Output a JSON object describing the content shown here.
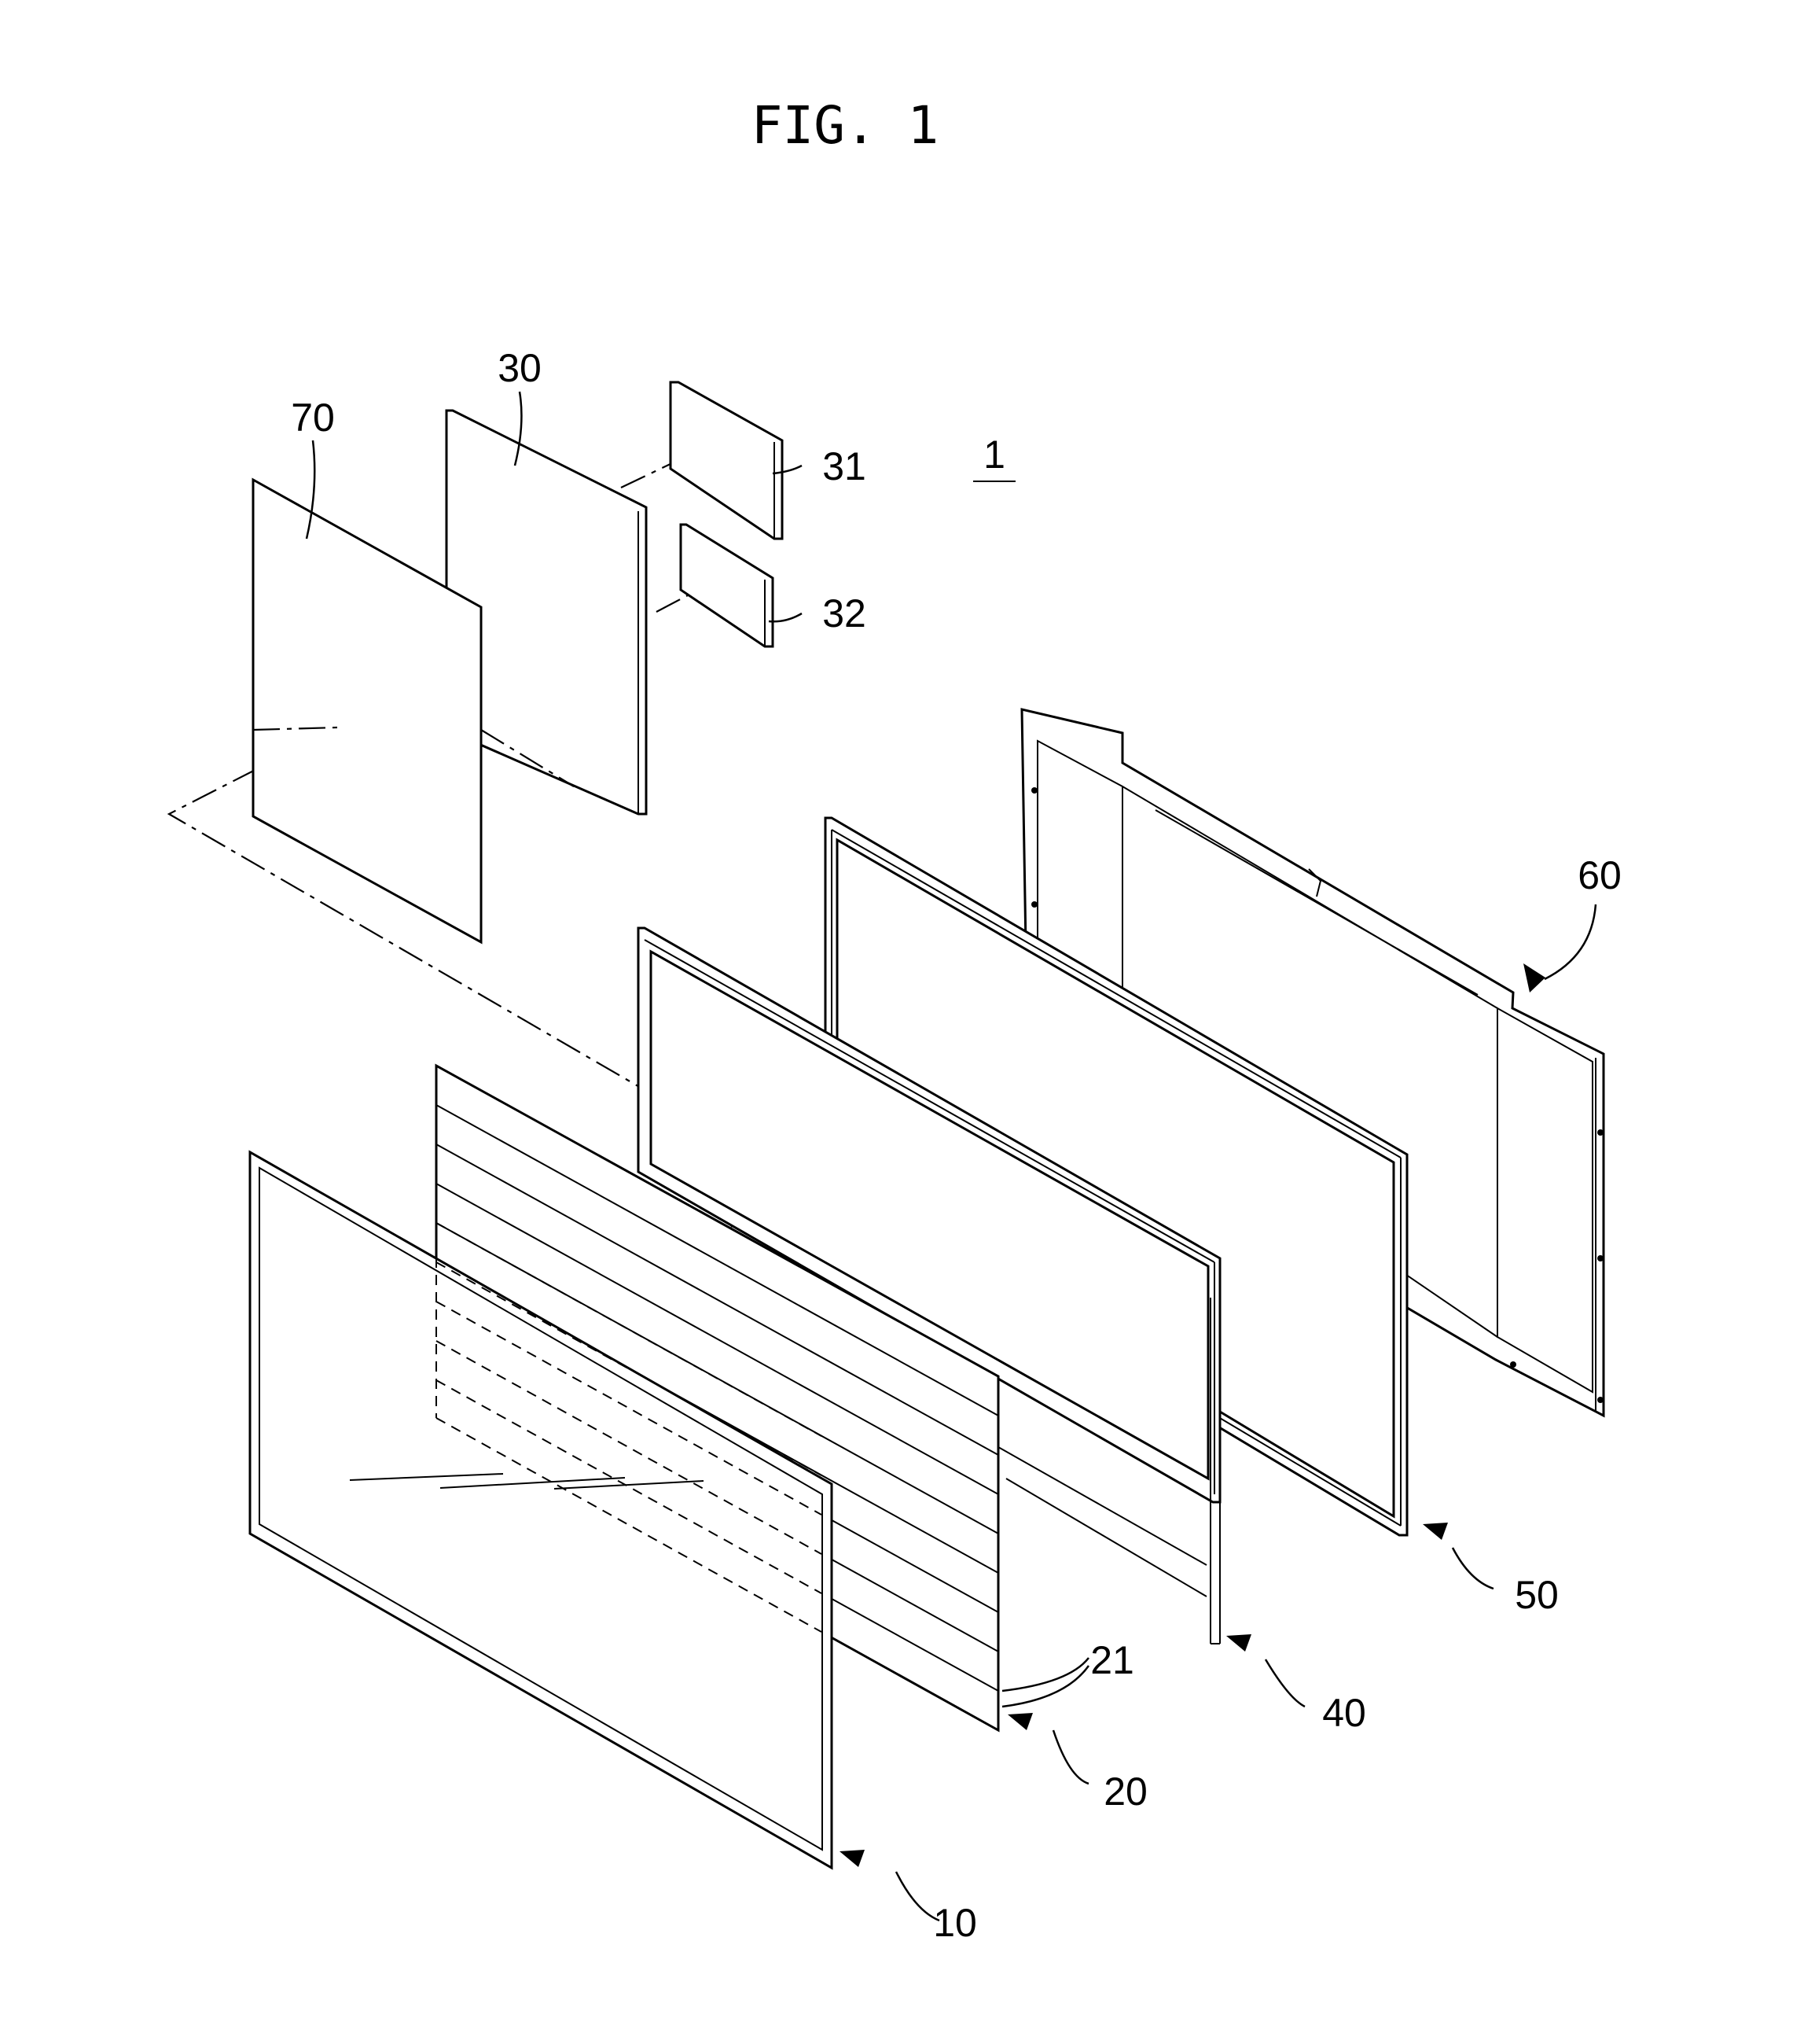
{
  "figure": {
    "title": "FIG. 1",
    "assembly_ref": "1"
  },
  "parts": [
    {
      "id": "display-panel",
      "ref": "10"
    },
    {
      "id": "light-source-unit",
      "ref": "20"
    },
    {
      "id": "light-source-strips",
      "ref": "21"
    },
    {
      "id": "optical-sheet",
      "ref": "30"
    },
    {
      "id": "sheet-piece-a",
      "ref": "31"
    },
    {
      "id": "sheet-piece-b",
      "ref": "32"
    },
    {
      "id": "middle-frame",
      "ref": "40"
    },
    {
      "id": "inner-frame",
      "ref": "50"
    },
    {
      "id": "rear-cover",
      "ref": "60"
    },
    {
      "id": "diffuser-plate",
      "ref": "70"
    }
  ]
}
